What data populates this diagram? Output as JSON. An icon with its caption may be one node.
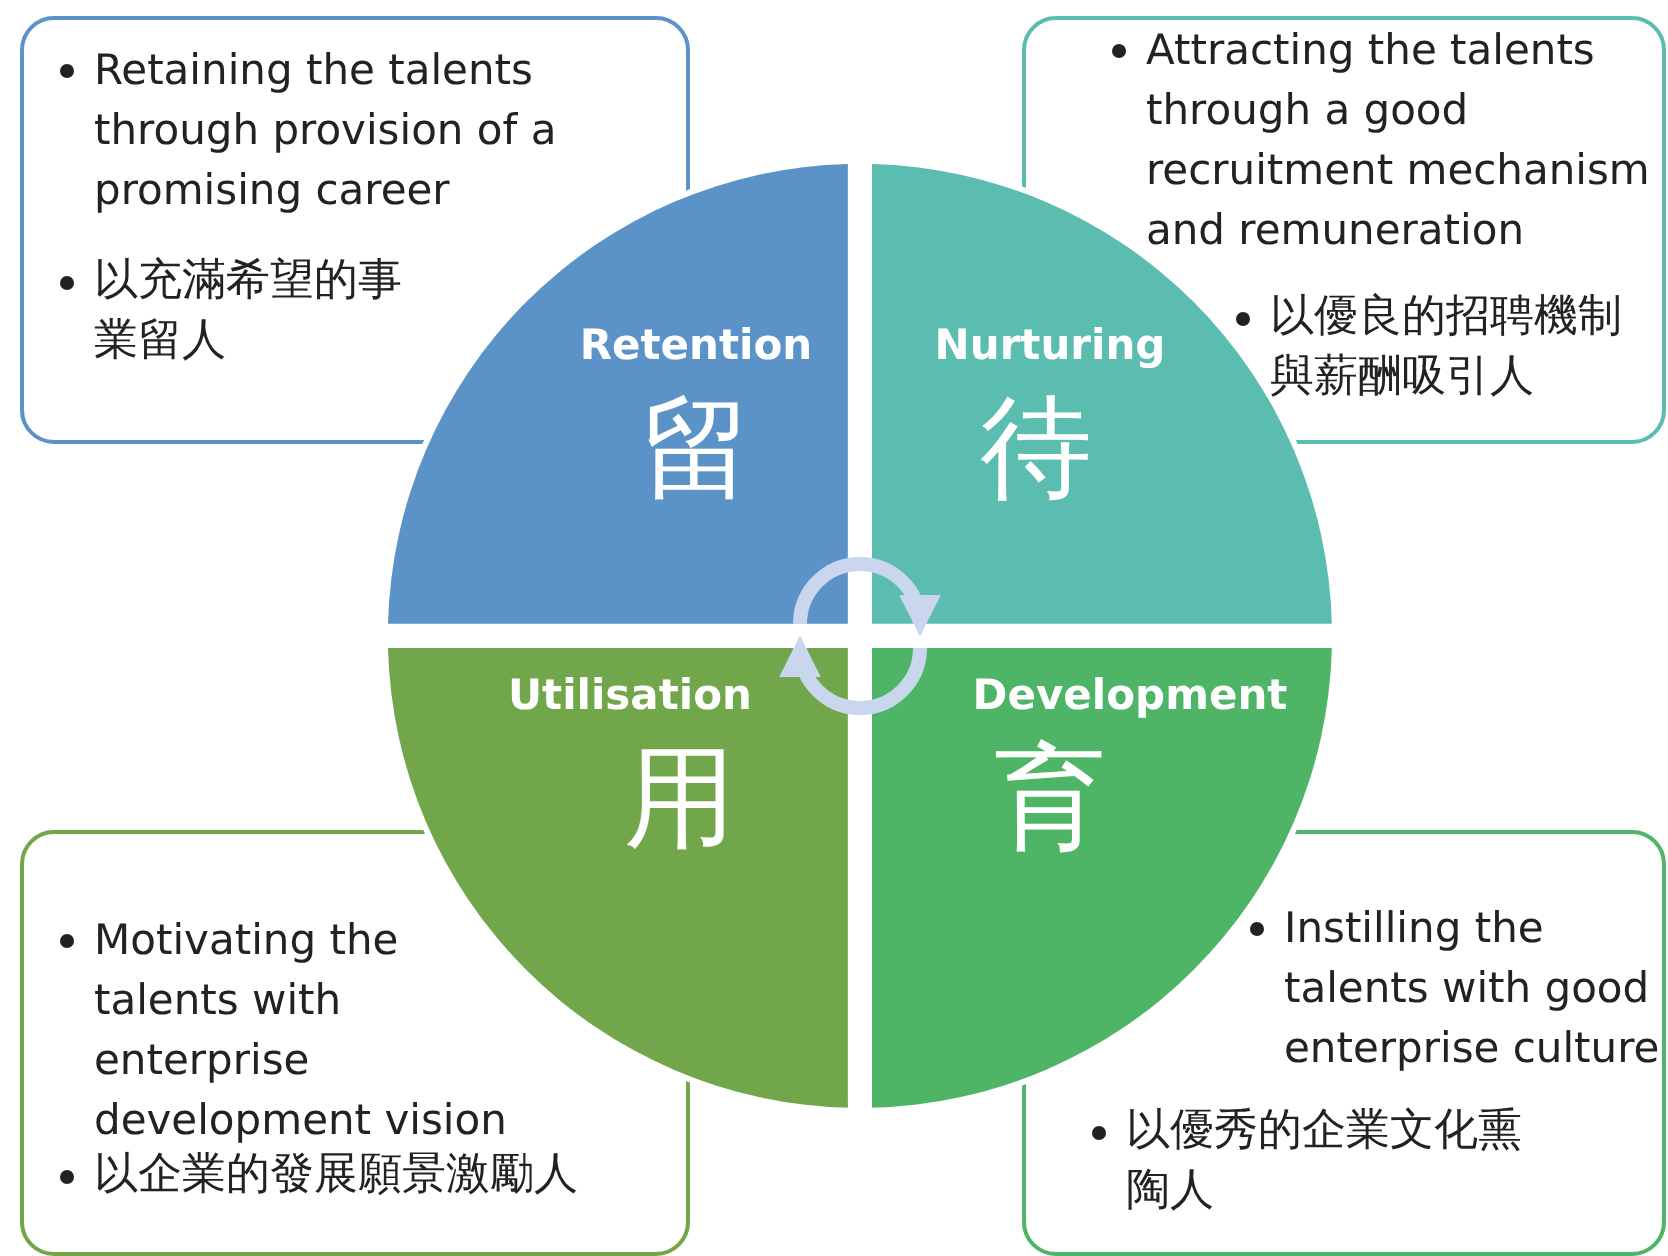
{
  "diagram": {
    "nodes": [
      {
        "text": [
          "Retaining the talents through provision of a promising career",
          "以充滿希望的事業留人"
        ]
      },
      {
        "text": [
          "Attracting the talents through a good recruitment mechanism and remuneration",
          "以優良的招聘機制與薪酬吸引人"
        ]
      },
      {
        "text": [
          "Retention",
          "留"
        ]
      },
      {
        "text": [
          "Nurturing",
          "待"
        ]
      },
      {
        "text": [
          "Utilisation",
          "用"
        ]
      },
      {
        "text": [
          "Development",
          "育"
        ]
      },
      {
        "text": [
          "Motivating the talents with enterprise development vision",
          "以企業的發展願景激勵人"
        ]
      },
      {
        "text": [
          "Instilling the talents with good enterprise culture",
          "以優秀的企業文化熏陶人"
        ]
      }
    ],
    "edges": [
      {
        "from": 2,
        "to": 3,
        "arrow": "to"
      },
      {
        "from": 5,
        "to": 4,
        "arrow": "to"
      }
    ]
  }
}
